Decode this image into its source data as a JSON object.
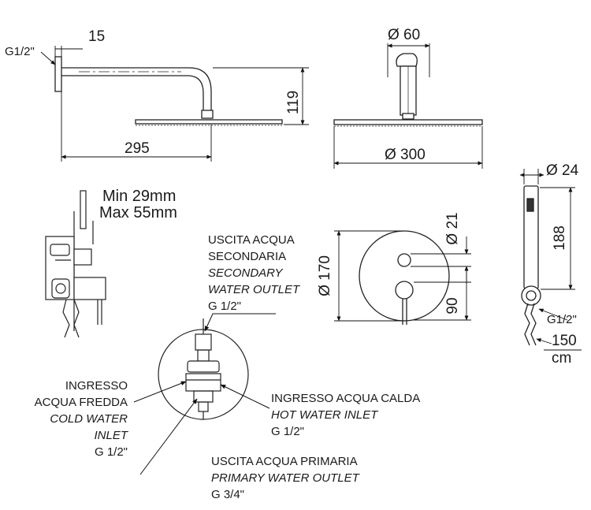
{
  "shower_arm": {
    "thread": "G1/2\"",
    "wall_plate": "15",
    "height": "119",
    "length": "295"
  },
  "shower_head": {
    "flange_diameter": "Ø 60",
    "diameter": "Ø 300"
  },
  "hand_shower": {
    "head_diameter": "Ø 24",
    "length": "188",
    "thread": "G1/2\"",
    "hose": "150",
    "hose_unit": "cm"
  },
  "mixer": {
    "install_depth_min": "Min 29mm",
    "install_depth_max": "Max 55mm",
    "plate_diameter": "Ø 170",
    "knob_diameter": "Ø 21",
    "knob_spacing": "90"
  },
  "outlets": {
    "secondary": [
      "USCITA ACQUA",
      "SECONDARIA",
      "SECONDARY",
      "WATER OUTLET",
      "G 1/2\""
    ],
    "cold": [
      "INGRESSO",
      "ACQUA FREDDA",
      "COLD WATER",
      "INLET",
      "G 1/2\""
    ],
    "hot": [
      "INGRESSO ACQUA  CALDA",
      "HOT WATER INLET",
      "G 1/2\""
    ],
    "primary": [
      "USCITA ACQUA PRIMARIA",
      "PRIMARY WATER OUTLET",
      "G 3/4\""
    ]
  }
}
